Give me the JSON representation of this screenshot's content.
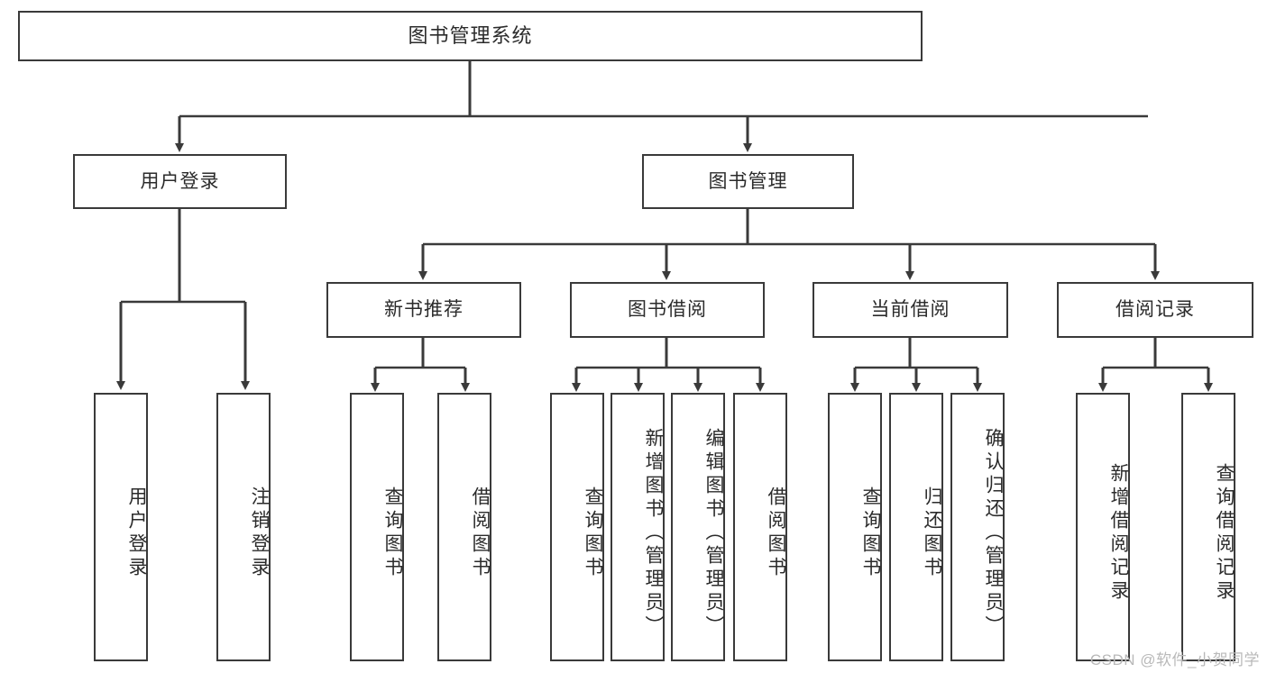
{
  "diagram": {
    "type": "hierarchy-tree",
    "title": "图书管理系统",
    "root": {
      "label": "图书管理系统"
    },
    "level2": [
      {
        "label": "用户登录"
      },
      {
        "label": "图书管理"
      }
    ],
    "level3": [
      {
        "label": "新书推荐"
      },
      {
        "label": "图书借阅"
      },
      {
        "label": "当前借阅"
      },
      {
        "label": "借阅记录"
      }
    ],
    "leaves": {
      "user_login": [
        "用户登录",
        "注销登录"
      ],
      "new_book_recommend": [
        "查询图书",
        "借阅图书"
      ],
      "book_borrow": [
        "查询图书",
        "新增图书（管理员）",
        "编辑图书（管理员）",
        "借阅图书"
      ],
      "current_borrow": [
        "查询图书",
        "归还图书",
        "确认归还（管理员）"
      ],
      "borrow_record": [
        "新增借阅记录",
        "查询借阅记录"
      ]
    }
  },
  "watermark": {
    "text": "CSDN @软件_小贺同学"
  },
  "colors": {
    "stroke": "#3a3a3a",
    "text": "#2b2b2b",
    "background": "#ffffff",
    "watermark": "#b9b9b9"
  }
}
